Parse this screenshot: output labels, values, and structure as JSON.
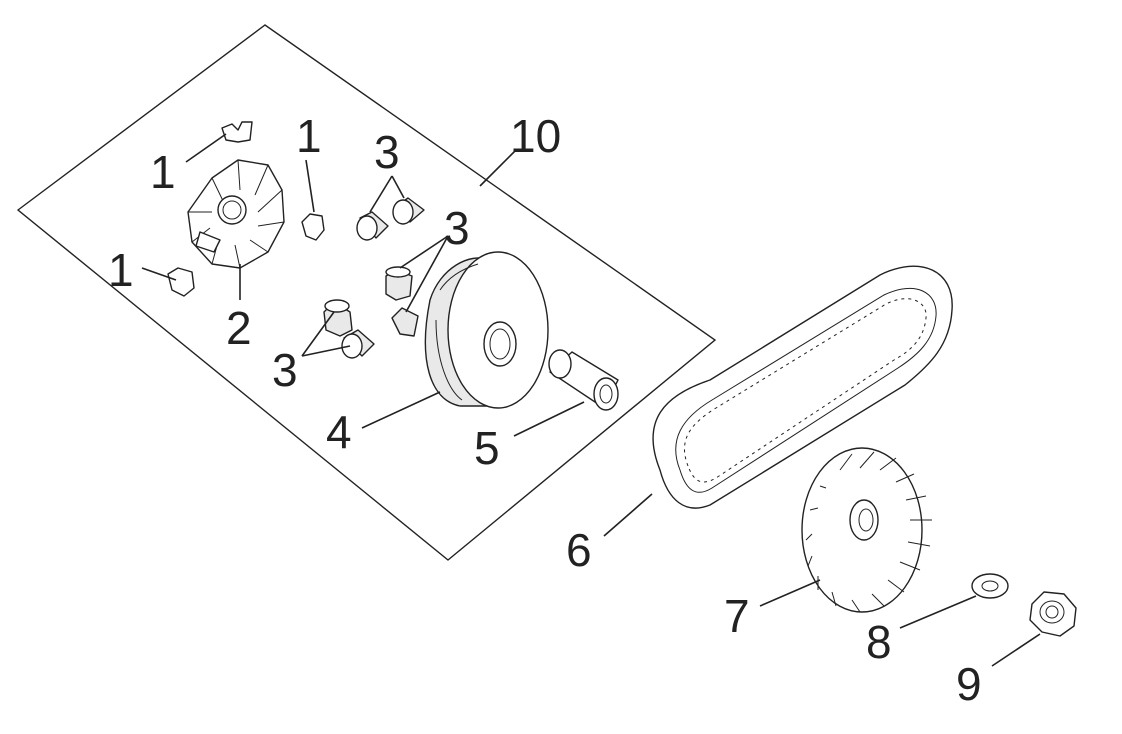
{
  "diagram": {
    "type": "exploded-parts-diagram",
    "line_color": "#222222",
    "background": "#ffffff",
    "callouts": {
      "c1a": "1",
      "c1b": "1",
      "c1c": "1",
      "c2": "2",
      "c3a": "3",
      "c3b": "3",
      "c3c": "3",
      "c4": "4",
      "c5": "5",
      "c6": "6",
      "c7": "7",
      "c8": "8",
      "c9": "9",
      "c10": "10"
    }
  }
}
